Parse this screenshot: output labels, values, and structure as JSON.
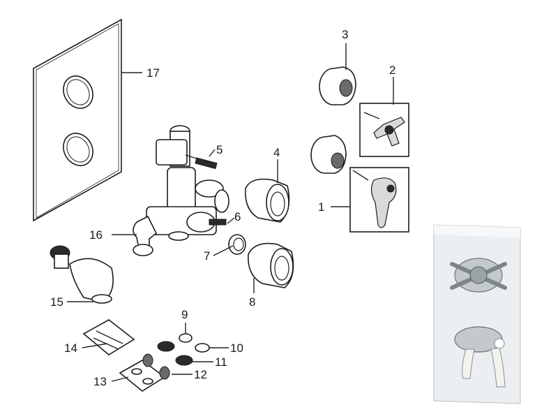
{
  "callouts": {
    "p1": "1",
    "p2": "2",
    "p3": "3",
    "p4": "4",
    "p5": "5",
    "p6": "6",
    "p7": "7",
    "p8": "8",
    "p9": "9",
    "p10": "10",
    "p11": "11",
    "p12": "12",
    "p13": "13",
    "p14": "14",
    "p15": "15",
    "p16": "16",
    "p17": "17"
  },
  "icons": {
    "cover_plate": "square-plate-with-two-holes",
    "handle_crosshead": "crosshead-handle",
    "handle_lever": "lever-handle",
    "valve_body": "thermostatic-valve-body",
    "product_photo": "chrome-shower-valve-photo"
  },
  "colors": {
    "line": "#1b1b1b",
    "chrome_dark": "#2a2a2a",
    "chrome_light": "#d9d9d9"
  }
}
